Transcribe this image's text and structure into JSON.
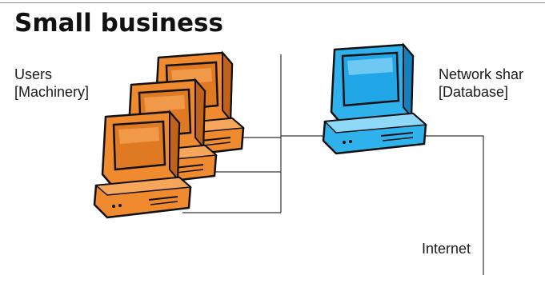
{
  "title": "Small business",
  "users": {
    "line1": "Users",
    "line2": "[Machinery]"
  },
  "network_share": {
    "line1": "Network shar",
    "line2": "[Database]"
  },
  "internet_label": "Internet",
  "colors": {
    "user_computer": "#f08a2e",
    "user_computer_dark": "#c2611a",
    "server_computer": "#2fb2ec",
    "server_computer_dark": "#1580bd",
    "lines": "#333333",
    "outline": "#111111"
  },
  "icons": [
    "user-computer-icon",
    "user-computer-icon",
    "user-computer-icon",
    "server-computer-icon"
  ]
}
